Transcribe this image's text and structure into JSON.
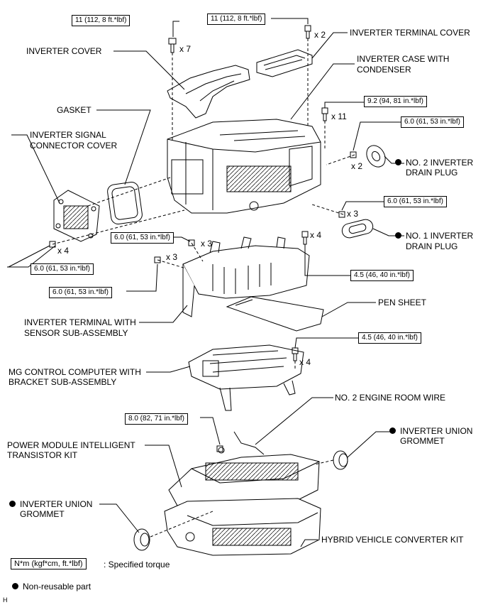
{
  "labels": {
    "inverter_cover": "INVERTER COVER",
    "inverter_terminal_cover": "INVERTER TERMINAL COVER",
    "inverter_case_line1": "INVERTER CASE WITH",
    "inverter_case_line2": "CONDENSER",
    "gasket": "GASKET",
    "signal_cover_line1": "INVERTER SIGNAL",
    "signal_cover_line2": "CONNECTOR COVER",
    "no2_drain_line1": "NO. 2 INVERTER",
    "no2_drain_line2": "DRAIN PLUG",
    "no1_drain_line1": "NO. 1 INVERTER",
    "no1_drain_line2": "DRAIN PLUG",
    "terminal_sensor_line1": "INVERTER TERMINAL WITH",
    "terminal_sensor_line2": "SENSOR SUB-ASSEMBLY",
    "pen_sheet": "PEN SHEET",
    "mg_control_line1": "MG CONTROL COMPUTER WITH",
    "mg_control_line2": "BRACKET SUB-ASSEMBLY",
    "no2_engine_wire": "NO. 2 ENGINE ROOM WIRE",
    "power_module_line1": "POWER MODULE INTELLIGENT",
    "power_module_line2": "TRANSISTOR KIT",
    "grommet_right_line1": "INVERTER UNION",
    "grommet_right_line2": "GROMMET",
    "grommet_left_line1": "INVERTER UNION",
    "grommet_left_line2": "GROMMET",
    "hybrid_converter": "HYBRID VEHICLE CONVERTER KIT"
  },
  "torques": {
    "t_cover": "11 (112, 8 ft.*lbf)",
    "t_terminal_cover": "11 (112, 8 ft.*lbf)",
    "t_case": "9.2 (94, 81 in.*lbf)",
    "t_no2_drain": "6.0 (61, 53 in.*lbf)",
    "t_no1_drain": "6.0 (61, 53 in.*lbf)",
    "t_terminal_a": "6.0 (61, 53 in.*lbf)",
    "t_signal_cover": "6.0 (61, 53 in.*lbf)",
    "t_terminal_b": "6.0 (61, 53 in.*lbf)",
    "t_terminal_c": "4.5 (46, 40 in.*lbf)",
    "t_mg_control": "4.5 (46, 40 in.*lbf)",
    "t_power_module": "8.0 (82, 71 in.*lbf)"
  },
  "quantities": {
    "q_cover": "x 7",
    "q_terminal_cover": "x 2",
    "q_case": "x 11",
    "q_no2_drain": "x 2",
    "q_no1_drain": "x 3",
    "q_signal_cover": "x 4",
    "q_terminal_a": "x 3",
    "q_terminal_b": "x 3",
    "q_terminal_c": "x 4",
    "q_mg_control": "x 4"
  },
  "legend": {
    "unit_box": "N*m (kgf*cm, ft.*lbf)",
    "unit_text": ": Specified torque",
    "nonreusable": "Non-reusable part"
  },
  "footer_code": "H"
}
